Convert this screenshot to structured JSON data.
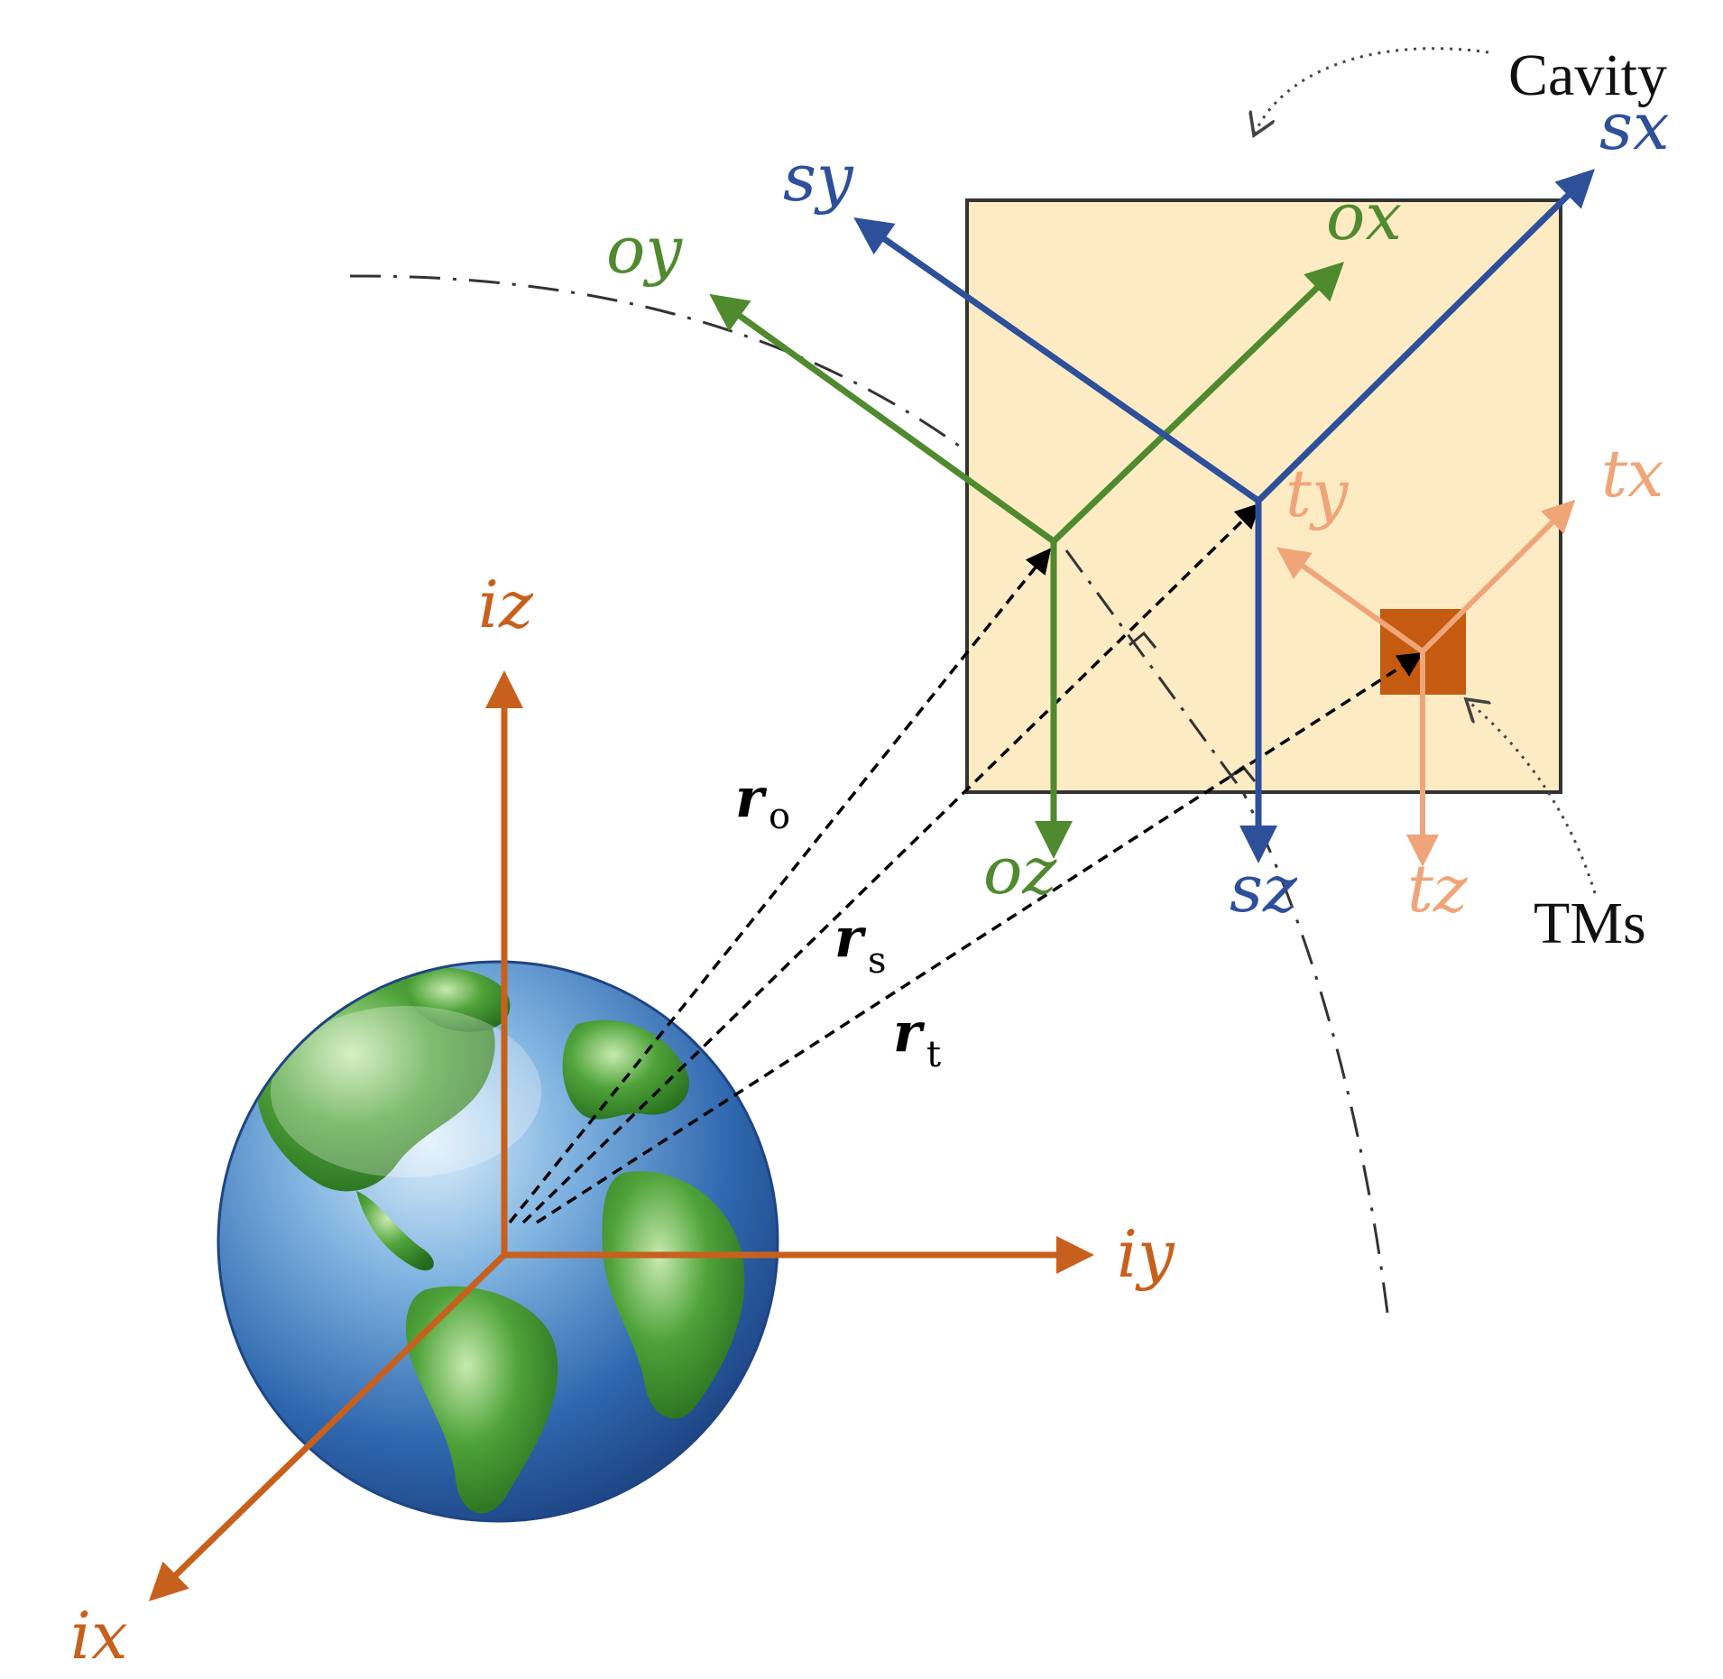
{
  "colors": {
    "inertial": "#C8601D",
    "spacecraft": "#2E4F9A",
    "optical": "#4F8A2E",
    "test_mass": "#F0A579",
    "cavity_fill": "#FDEBC4",
    "tm_fill": "#C55A11",
    "ocean": "#2E6EB5",
    "land": "#3C8C2A"
  },
  "icons": {
    "earth": "earth-globe-icon"
  },
  "labels": {
    "cavity": "Cavity",
    "tms": "TMs",
    "ix": "ix",
    "iy": "iy",
    "iz": "iz",
    "sx": "sx",
    "sy": "sy",
    "sz": "sz",
    "ox": "ox",
    "oy": "oy",
    "oz": "oz",
    "tx": "tx",
    "ty": "ty",
    "tz": "tz",
    "r_o": "r",
    "r_o_sub": "o",
    "r_s": "r",
    "r_s_sub": "s",
    "r_t": "r",
    "r_t_sub": "t"
  }
}
